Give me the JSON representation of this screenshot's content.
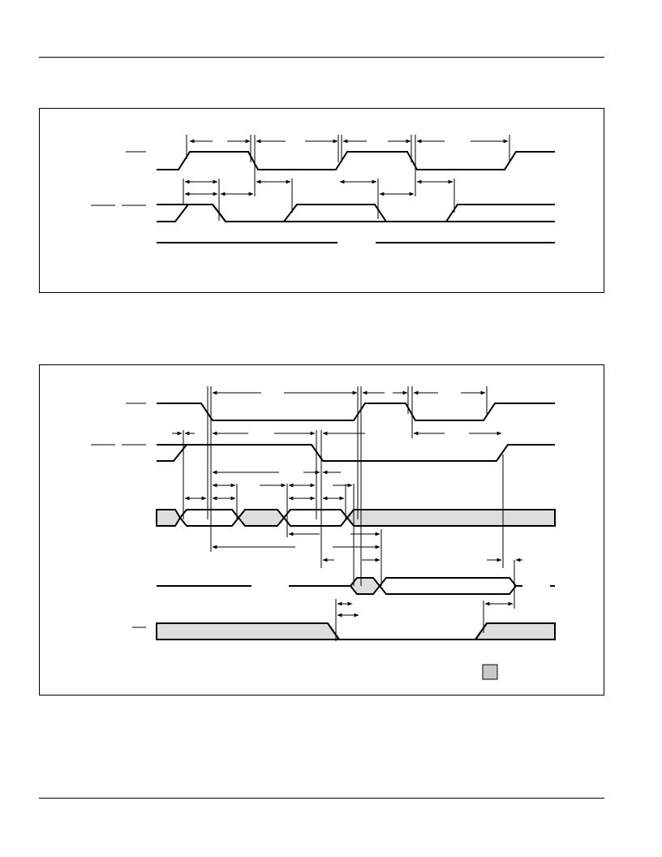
{
  "page": {
    "header_rule": true,
    "footer_rule": true
  },
  "figures": [
    {
      "id": "timing-figure-1",
      "signal_rows": 3,
      "signal_label_marks": [
        {
          "row": 1,
          "overbar": true
        },
        {
          "row": 2,
          "overbar": true,
          "segments": 2
        }
      ]
    },
    {
      "id": "timing-figure-2",
      "signal_rows": 5,
      "signal_label_marks": [
        {
          "row": 1,
          "overbar": true
        },
        {
          "row": 2,
          "overbar": true,
          "segments": 2
        },
        {
          "row": 5,
          "overbar": true
        }
      ],
      "legend": {
        "swatch_color": "#c8c8c8"
      }
    }
  ],
  "colors": {
    "bus_fill": "#dedede",
    "legend_swatch": "#c8c8c8",
    "line": "#000000"
  }
}
